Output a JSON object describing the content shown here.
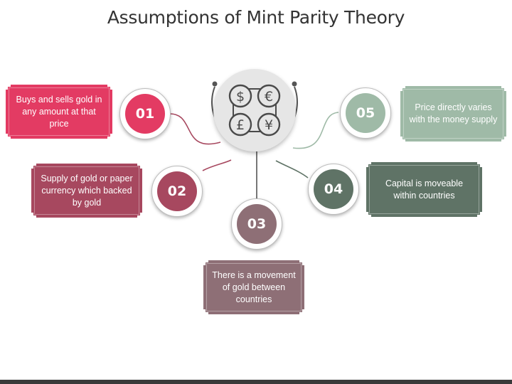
{
  "title": "Assumptions of Mint Parity Theory",
  "hub_icons": [
    "dollar-icon",
    "euro-icon",
    "pound-icon",
    "yen-icon"
  ],
  "currency_symbols": [
    "$",
    "€",
    "£",
    "¥"
  ],
  "items": [
    {
      "number": "01",
      "text": "Buys and sells gold in any amount at that price",
      "color": "#e33b63"
    },
    {
      "number": "02",
      "text": "Supply of gold or paper currency which backed by gold",
      "color": "#a7485f"
    },
    {
      "number": "03",
      "text": "There is a movement of gold between countries",
      "color": "#8e6f76"
    },
    {
      "number": "04",
      "text": "Capital is moveable within countries",
      "color": "#5f7366"
    },
    {
      "number": "05",
      "text": "Price directly varies with the money supply",
      "color": "#9fbaa7"
    }
  ]
}
